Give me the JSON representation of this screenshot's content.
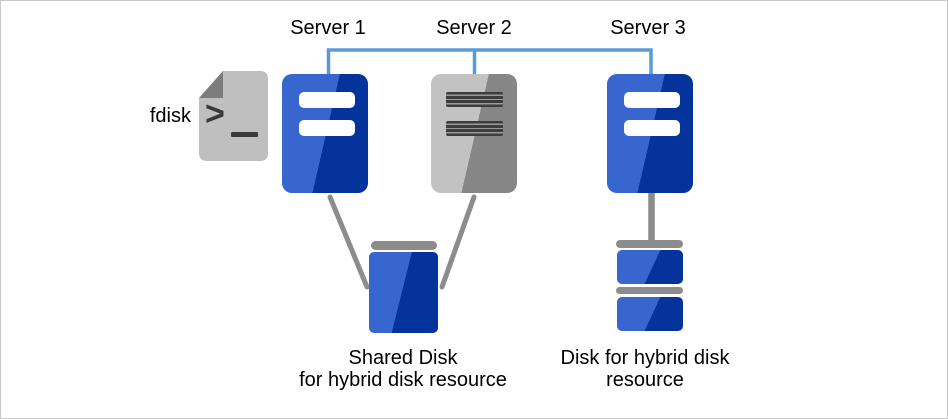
{
  "diagram": {
    "title_note": "hybrid disk resource cluster diagram",
    "fdisk": {
      "label": "fdisk",
      "terminal_icon": {
        "prompt_symbol": ">",
        "cursor_symbol": "_"
      }
    },
    "servers": [
      {
        "label": "Server 1",
        "style": "blue-active"
      },
      {
        "label": "Server 2",
        "style": "gray-standby"
      },
      {
        "label": "Server 3",
        "style": "blue-active"
      }
    ],
    "shared_disk": {
      "caption_line1": "Shared Disk",
      "caption_line2": "for hybrid disk resource"
    },
    "hybrid_disk": {
      "caption_line1": "Disk for hybrid disk",
      "caption_line2": "resource"
    },
    "colors": {
      "server_blue_light": "#3767CE",
      "server_blue_dark": "#04339B",
      "server_gray_light": "#C2C2C2",
      "server_gray_dark": "#868686",
      "interconnect_blue": "#5B9BD5",
      "connector_gray": "#8C8C8C",
      "file_icon_body": "#BFBFBF",
      "file_icon_fold": "#7D7D7D",
      "border": "#C9C9C9"
    }
  }
}
